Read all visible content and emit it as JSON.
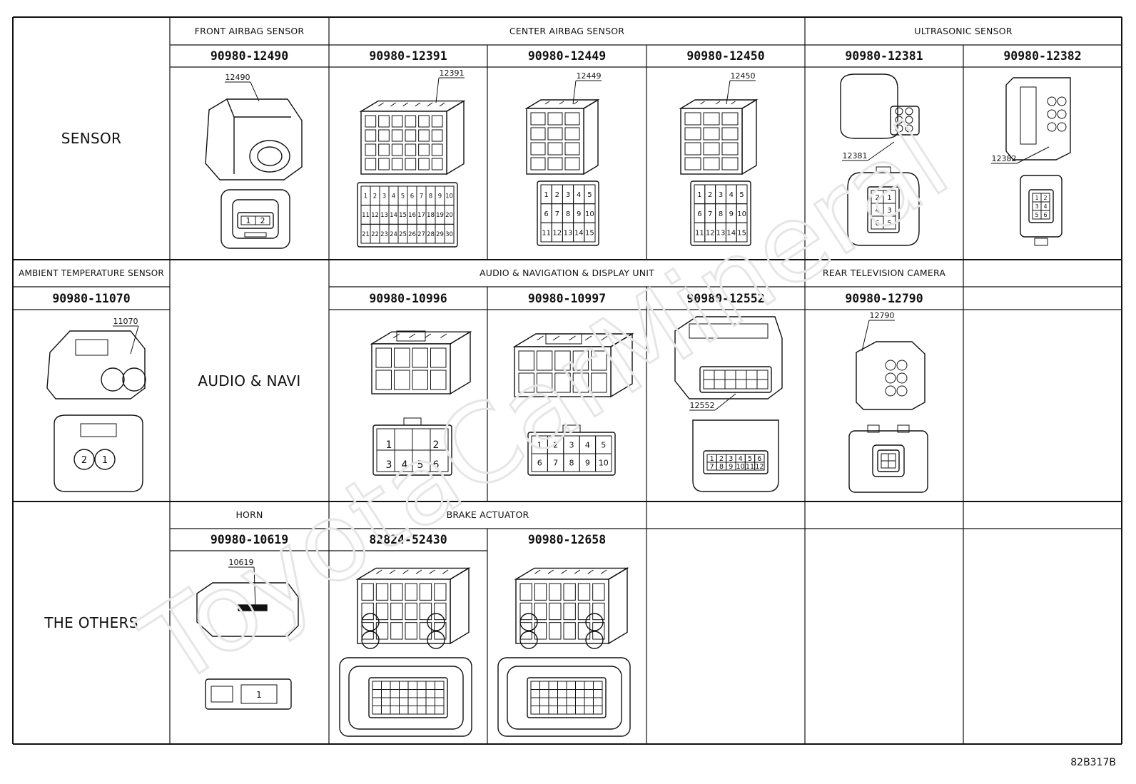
{
  "categories": {
    "sensor": "SENSOR",
    "audio_navi": "AUDIO & NAVI",
    "others": "THE OTHERS"
  },
  "row1": {
    "groups": [
      "FRONT AIRBAG SENSOR",
      "CENTER AIRBAG SENSOR",
      "ULTRASONIC SENSOR"
    ],
    "parts": [
      "90980-12490",
      "90980-12391",
      "90980-12449",
      "90980-12450",
      "90980-12381",
      "90980-12382"
    ],
    "tags": [
      "12490",
      "12391",
      "12449",
      "12450",
      "12381",
      "12382"
    ],
    "pins": {
      "p12490": [
        "1",
        "2"
      ],
      "p12391": [
        "1",
        "2",
        "3",
        "4",
        "5",
        "6",
        "7",
        "8",
        "9",
        "10",
        "11",
        "12",
        "13",
        "14",
        "15",
        "16",
        "17",
        "18",
        "19",
        "20",
        "21",
        "22",
        "23",
        "24",
        "25",
        "26",
        "27",
        "28",
        "29",
        "30"
      ],
      "p15": [
        "1",
        "2",
        "3",
        "4",
        "5",
        "6",
        "7",
        "8",
        "9",
        "10",
        "11",
        "12",
        "13",
        "14",
        "15"
      ],
      "p12381": [
        "2",
        "1",
        "4",
        "3",
        "6",
        "5"
      ],
      "p12382": [
        "1",
        "2",
        "3",
        "4",
        "5",
        "6"
      ]
    }
  },
  "row2": {
    "groups": [
      "AMBIENT TEMPERATURE SENSOR",
      "AUDIO & NAVIGATION & DISPLAY UNIT",
      "REAR TELEVISION CAMERA"
    ],
    "parts": [
      "90980-11070",
      "90980-10996",
      "90980-10997",
      "90980-12552",
      "90980-12790"
    ],
    "tags": [
      "11070",
      "12552",
      "12790"
    ],
    "pins": {
      "p11070": [
        "2",
        "1"
      ],
      "p10996": [
        "1",
        "2",
        "3",
        "4",
        "5",
        "6"
      ],
      "p10997": [
        "1",
        "2",
        "3",
        "4",
        "5",
        "6",
        "7",
        "8",
        "9",
        "10"
      ],
      "p12552": [
        "1",
        "2",
        "3",
        "4",
        "5",
        "6",
        "7",
        "8",
        "9",
        "10",
        "11",
        "12"
      ]
    }
  },
  "row3": {
    "groups": [
      "HORN",
      "BRAKE ACTUATOR"
    ],
    "parts": [
      "90980-10619",
      "82824-52430",
      "90980-12658"
    ],
    "tags": [
      "10619"
    ],
    "pins": {
      "p10619": [
        "1"
      ]
    }
  },
  "watermark": "ToyotaCarMineral",
  "figure_id": "82B317B",
  "colors": {
    "line": "#111111",
    "watermark": "#e6e6e6"
  }
}
